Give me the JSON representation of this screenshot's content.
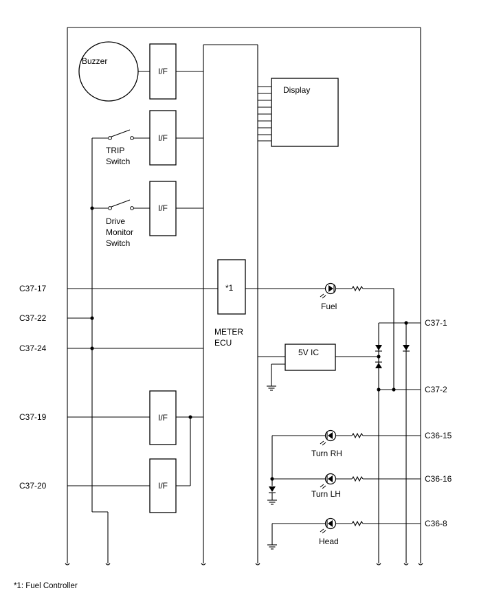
{
  "components": {
    "buzzer": "Buzzer",
    "if_label": "I/F",
    "display": "Display",
    "trip_switch": [
      "TRIP",
      "Switch"
    ],
    "drive_monitor_switch": [
      "Drive",
      "Monitor",
      "Switch"
    ],
    "fuel_controller_ref": "*1",
    "meter_ecu": [
      "METER",
      "ECU"
    ],
    "ic_5v": "5V IC",
    "lamp_fuel": "Fuel",
    "lamp_turn_rh": "Turn RH",
    "lamp_turn_lh": "Turn LH",
    "lamp_head": "Head"
  },
  "pins": {
    "c37_17": "C37-17",
    "c37_22": "C37-22",
    "c37_24": "C37-24",
    "c37_19": "C37-19",
    "c37_20": "C37-20",
    "c37_1": "C37-1",
    "c37_2": "C37-2",
    "c36_15": "C36-15",
    "c36_16": "C36-16",
    "c36_8": "C36-8"
  },
  "footnote": "*1: Fuel Controller"
}
